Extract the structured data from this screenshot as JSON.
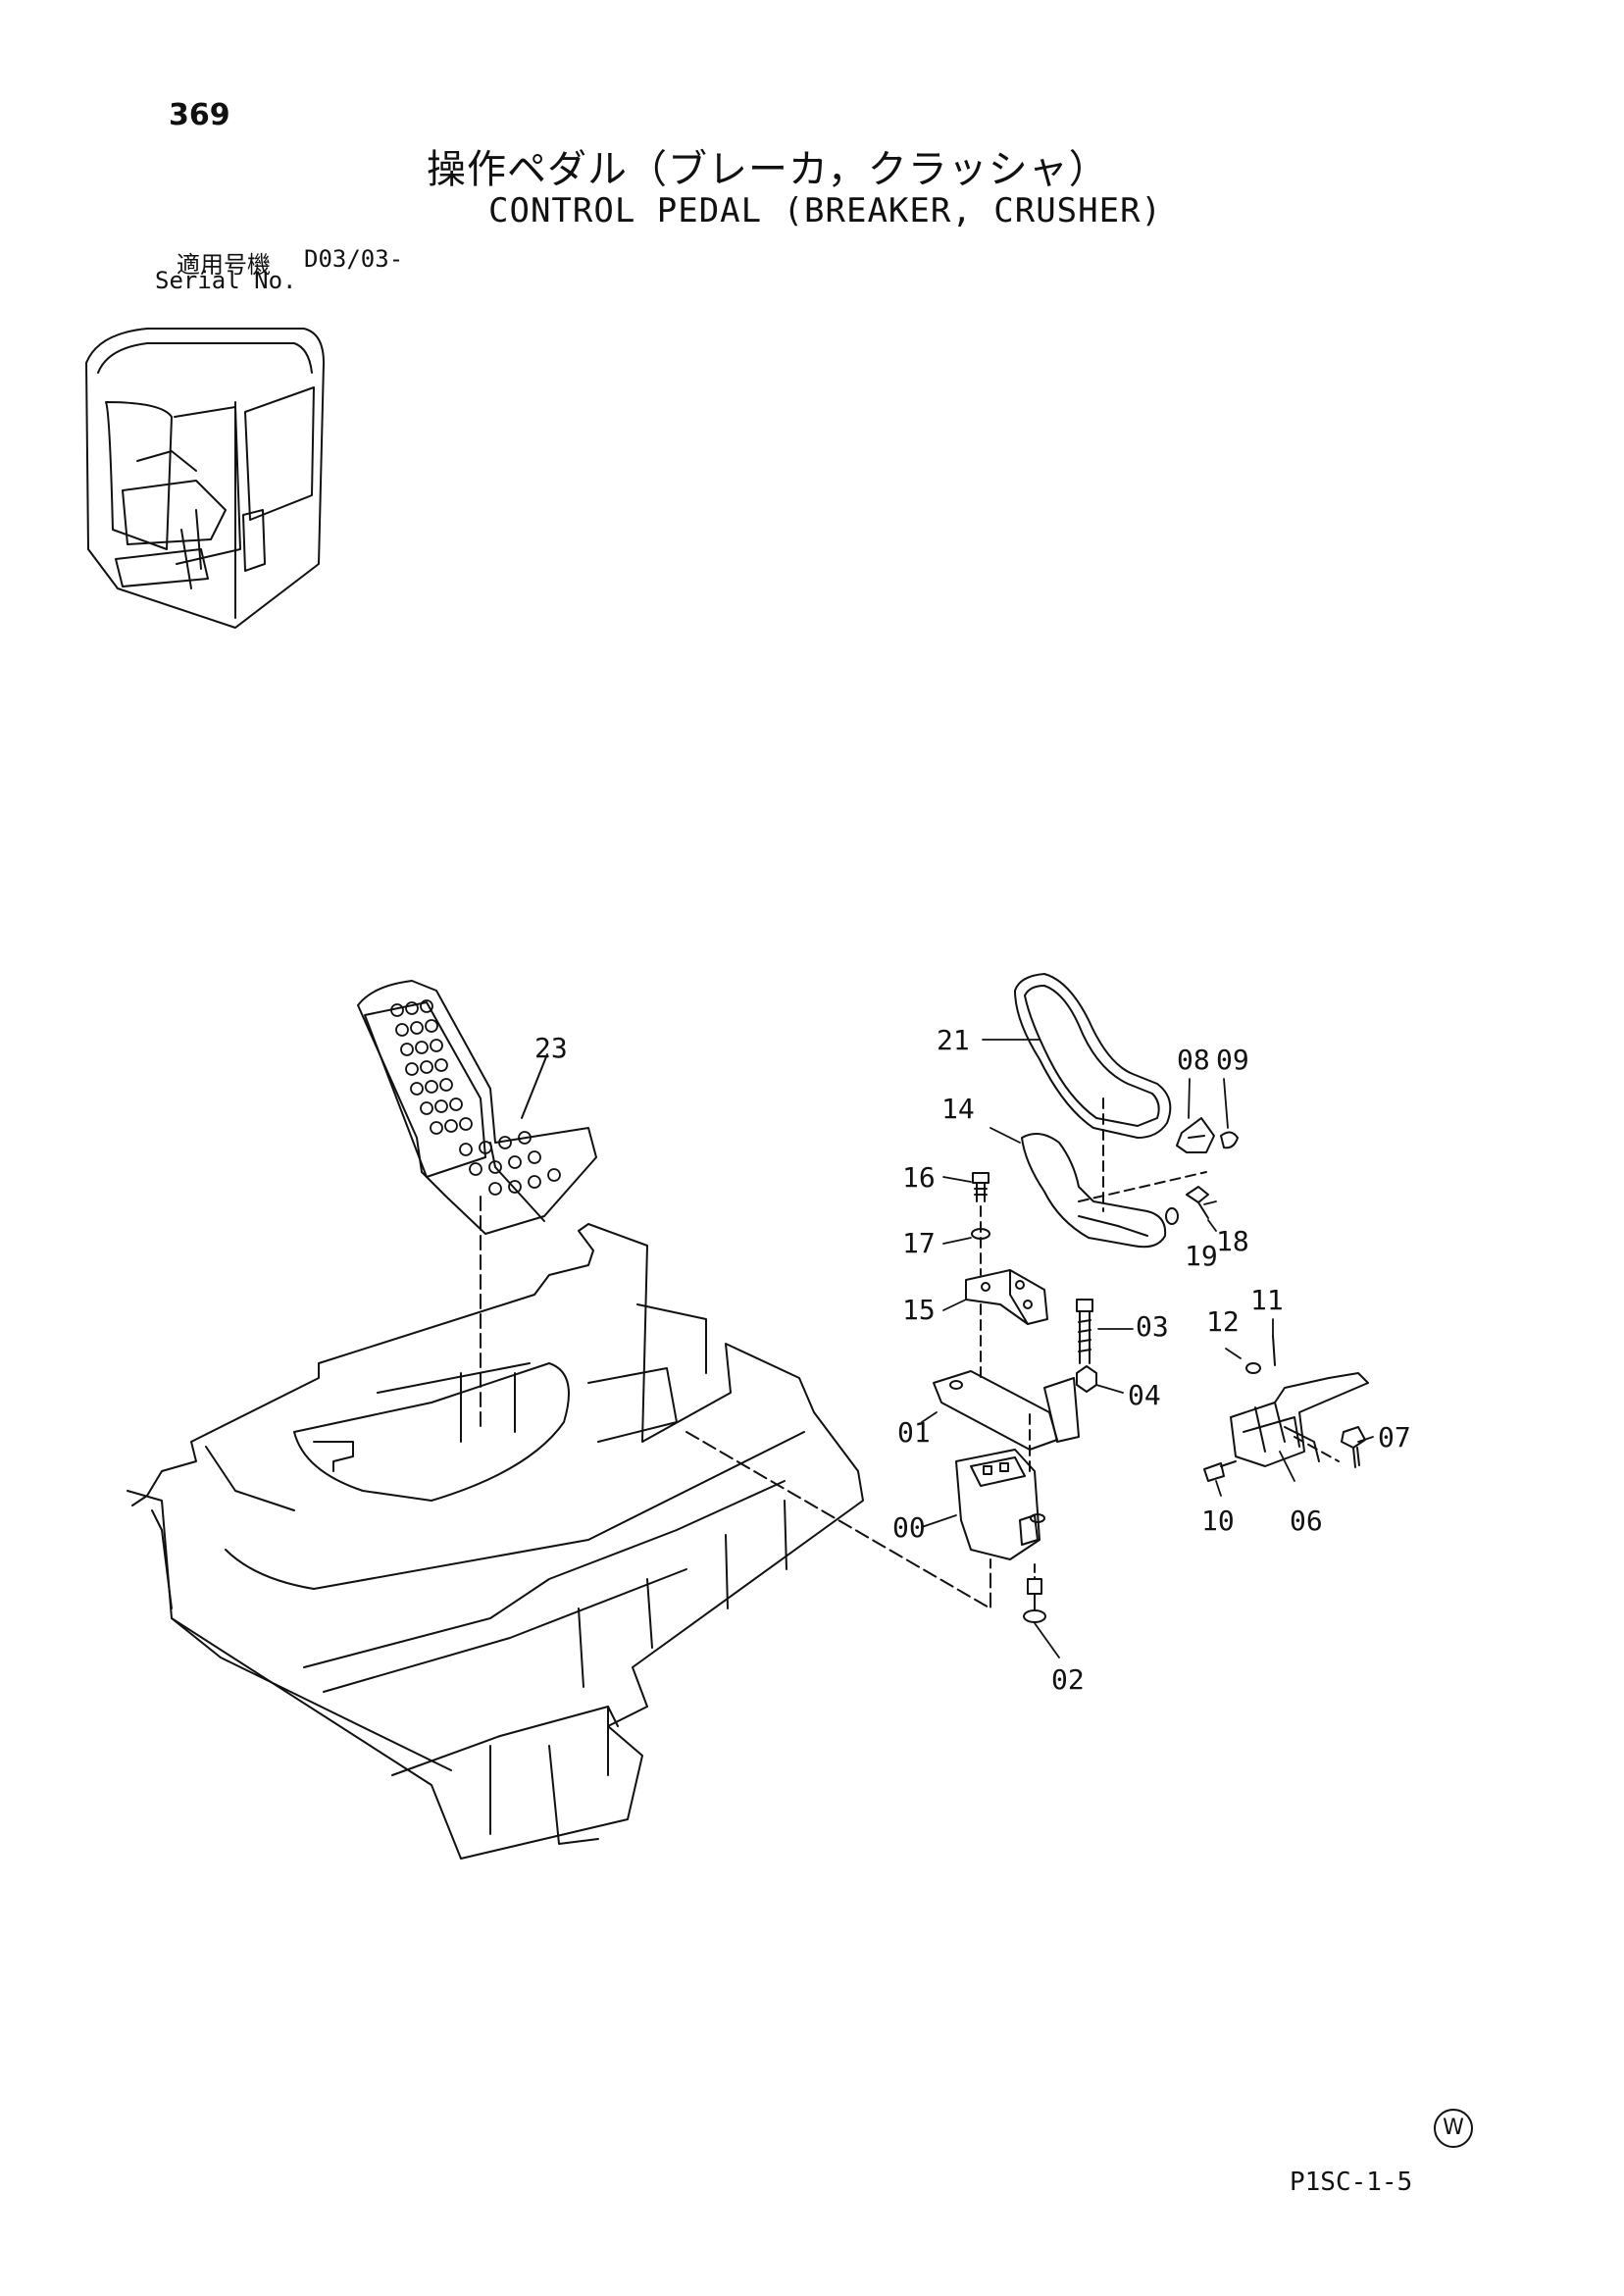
{
  "header": {
    "page_number": "369",
    "title_jp": "操作ペダル（ブレーカ，クラッシャ）",
    "title_en": "CONTROL PEDAL (BREAKER, CRUSHER)",
    "serial_label_jp": "適用号機",
    "serial_value": "D03/03-",
    "serial_label_en": "Serial No."
  },
  "callouts": [
    "23",
    "21",
    "08",
    "09",
    "14",
    "16",
    "18",
    "17",
    "19",
    "15",
    "03",
    "11",
    "12",
    "04",
    "01",
    "07",
    "00",
    "10",
    "06",
    "02"
  ],
  "footer": {
    "watermark": "W",
    "page_code": "P1SC-1-5"
  }
}
